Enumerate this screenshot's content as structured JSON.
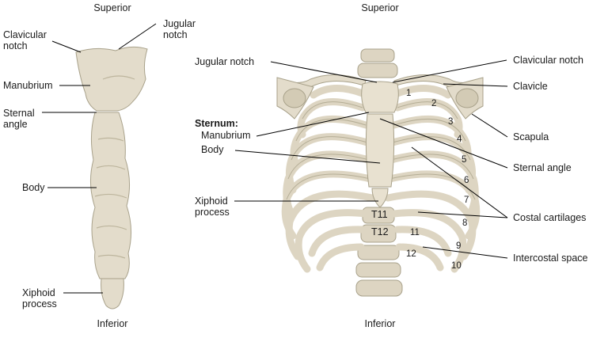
{
  "left_panel": {
    "superior": "Superior",
    "inferior": "Inferior",
    "clavicular_notch": [
      "Clavicular",
      "notch"
    ],
    "jugular_notch": [
      "Jugular",
      "notch"
    ],
    "manubrium": "Manubrium",
    "sternal_angle": [
      "Sternal",
      "angle"
    ],
    "body": "Body",
    "xiphoid_process": [
      "Xiphoid",
      "process"
    ]
  },
  "right_panel": {
    "superior": "Superior",
    "inferior": "Inferior",
    "jugular_notch": "Jugular notch",
    "clavicular_notch": "Clavicular notch",
    "clavicle": "Clavicle",
    "sternum_heading": "Sternum:",
    "manubrium": "Manubrium",
    "body": "Body",
    "scapula": "Scapula",
    "sternal_angle": "Sternal angle",
    "xiphoid_process": [
      "Xiphoid",
      "process"
    ],
    "costal_cartilages": "Costal cartilages",
    "intercostal_space": "Intercostal space",
    "vertebra_t11": "T11",
    "vertebra_t12": "T12",
    "rib_numbers": [
      "1",
      "2",
      "3",
      "4",
      "5",
      "6",
      "7",
      "8",
      "9",
      "10",
      "11",
      "12"
    ]
  },
  "colors": {
    "bone": "#e3dccb",
    "bone_shadow": "#c7bfa8",
    "bone_outline": "#9e977f",
    "leader_line": "#000000"
  }
}
